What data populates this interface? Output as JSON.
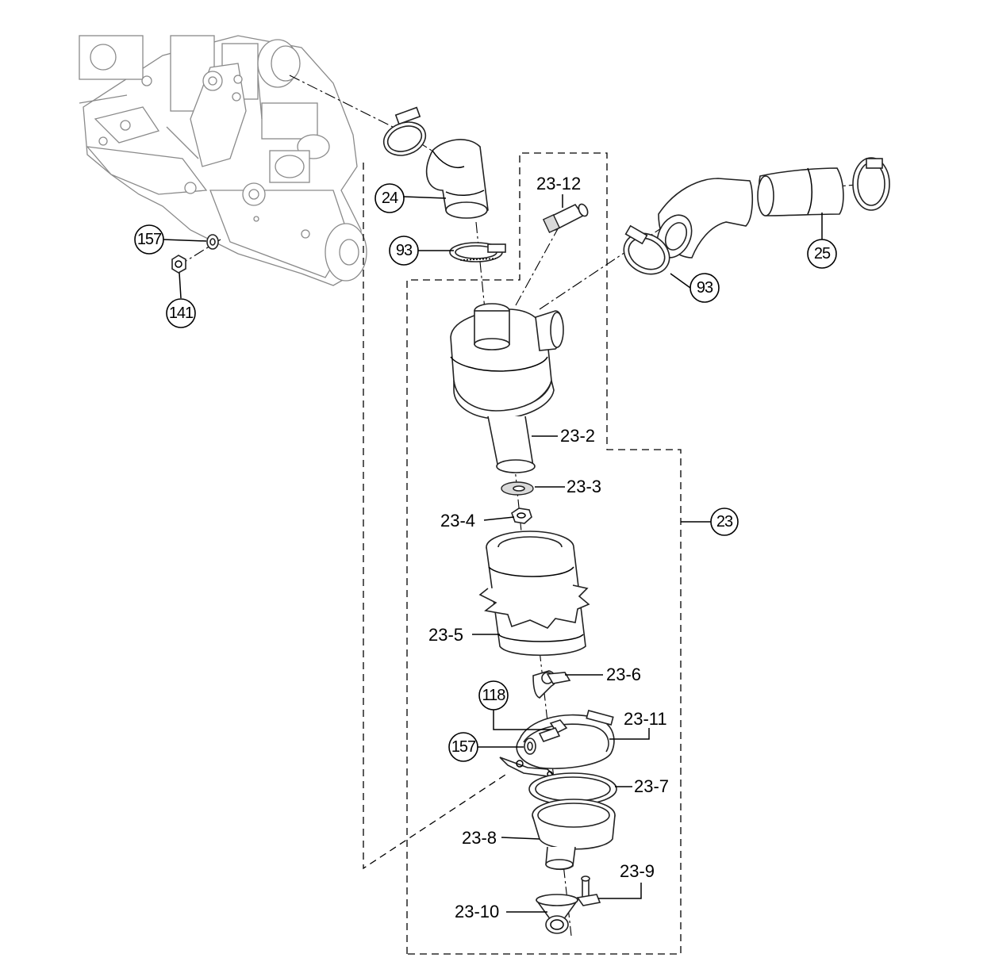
{
  "labels": {
    "p24": "24",
    "p25": "25",
    "p93a": "93",
    "p93b": "93",
    "p157a": "157",
    "p157b": "157",
    "p141": "141",
    "p118": "118",
    "p23": "23",
    "p23_2": "23-2",
    "p23_3": "23-3",
    "p23_4": "23-4",
    "p23_5": "23-5",
    "p23_6": "23-6",
    "p23_7": "23-7",
    "p23_8": "23-8",
    "p23_9": "23-9",
    "p23_10": "23-10",
    "p23_11": "23-11",
    "p23_12": "23-12"
  }
}
